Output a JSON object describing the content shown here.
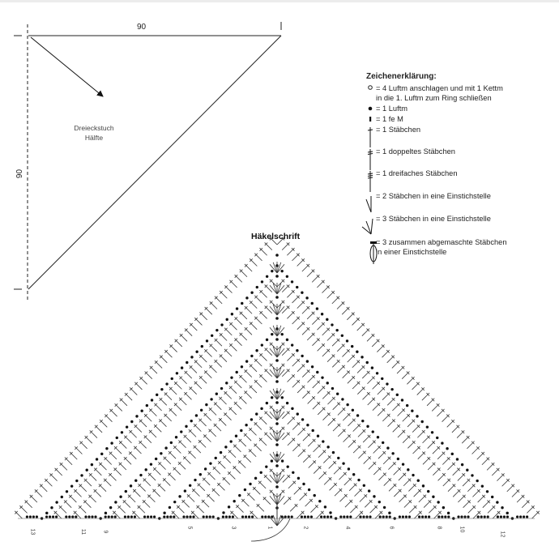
{
  "overview": {
    "width_label": "90",
    "height_label": "90",
    "shape_label_line1": "Dreieckstuch",
    "shape_label_line2": "Hälfte"
  },
  "chart": {
    "title": "Häkelschrift",
    "row_numbers_left": [
      "13",
      "11",
      "9",
      "5",
      "3",
      "1"
    ],
    "row_numbers_right": [
      "2",
      "4",
      "6",
      "8",
      "10",
      "12"
    ]
  },
  "legend": {
    "title": "Zeichenerklärung:",
    "items": [
      {
        "icon": "ring-icon",
        "text": "= 4 Luftm anschlagen und mit 1 Kettm",
        "text2": "in die 1. Luftm zum Ring schließen"
      },
      {
        "icon": "chain-dot-icon",
        "text": "= 1 Luftm"
      },
      {
        "icon": "single-crochet-icon",
        "text": "= 1 fe M"
      },
      {
        "icon": "double-crochet-icon",
        "text": "= 1 Stäbchen"
      },
      {
        "icon": "treble-crochet-icon",
        "text": "= 1 doppeltes Stäbchen"
      },
      {
        "icon": "double-treble-icon",
        "text": "= 1 dreifaches Stäbchen"
      },
      {
        "icon": "two-dc-same-stitch-icon",
        "text": "= 2 Stäbchen in eine Einstichstelle"
      },
      {
        "icon": "three-dc-same-stitch-icon",
        "text": "= 3 Stäbchen in eine Einstichstelle"
      },
      {
        "icon": "three-dc-cluster-icon",
        "text": "= 3 zusammen abgemaschte Stäbchen",
        "text2": "in einer Einstichstelle"
      }
    ]
  }
}
